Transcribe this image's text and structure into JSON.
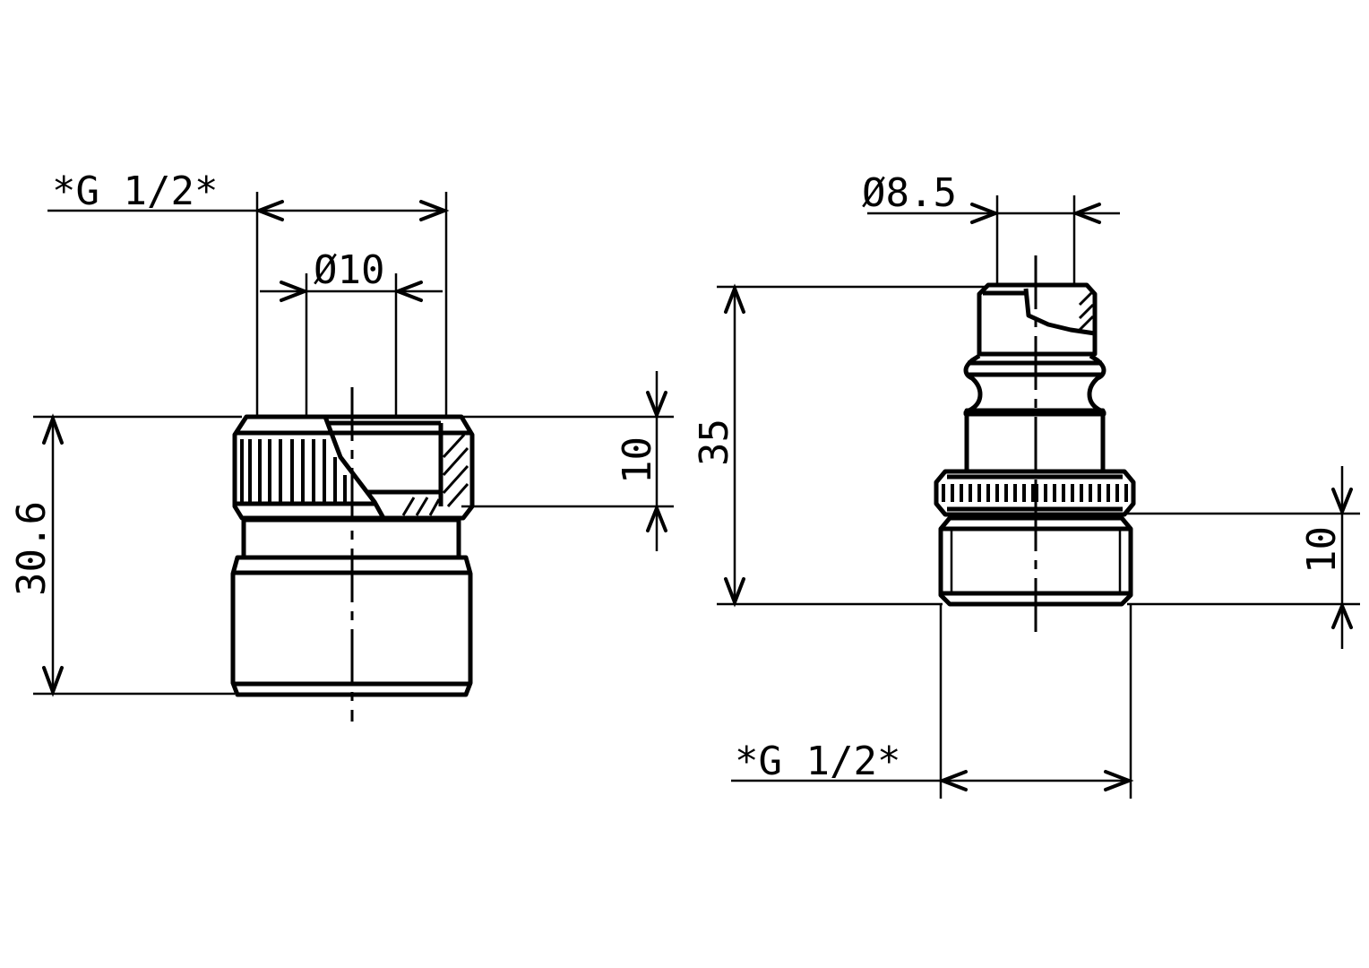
{
  "drawing": {
    "background": "#ffffff",
    "line_color": "#000000",
    "parts": [
      {
        "id": "left-part",
        "name": "Female threaded adapter with knurled nut",
        "dimensions": {
          "thread_label": "*G 1/2*",
          "bore_diameter": "Ø10",
          "overall_height": "30.6",
          "nut_height": "10"
        }
      },
      {
        "id": "right-part",
        "name": "Male threaded nipple with knurled collar",
        "dimensions": {
          "thread_label": "*G 1/2*",
          "tip_diameter": "Ø8.5",
          "overall_height": "35",
          "thread_height": "10"
        }
      }
    ]
  }
}
